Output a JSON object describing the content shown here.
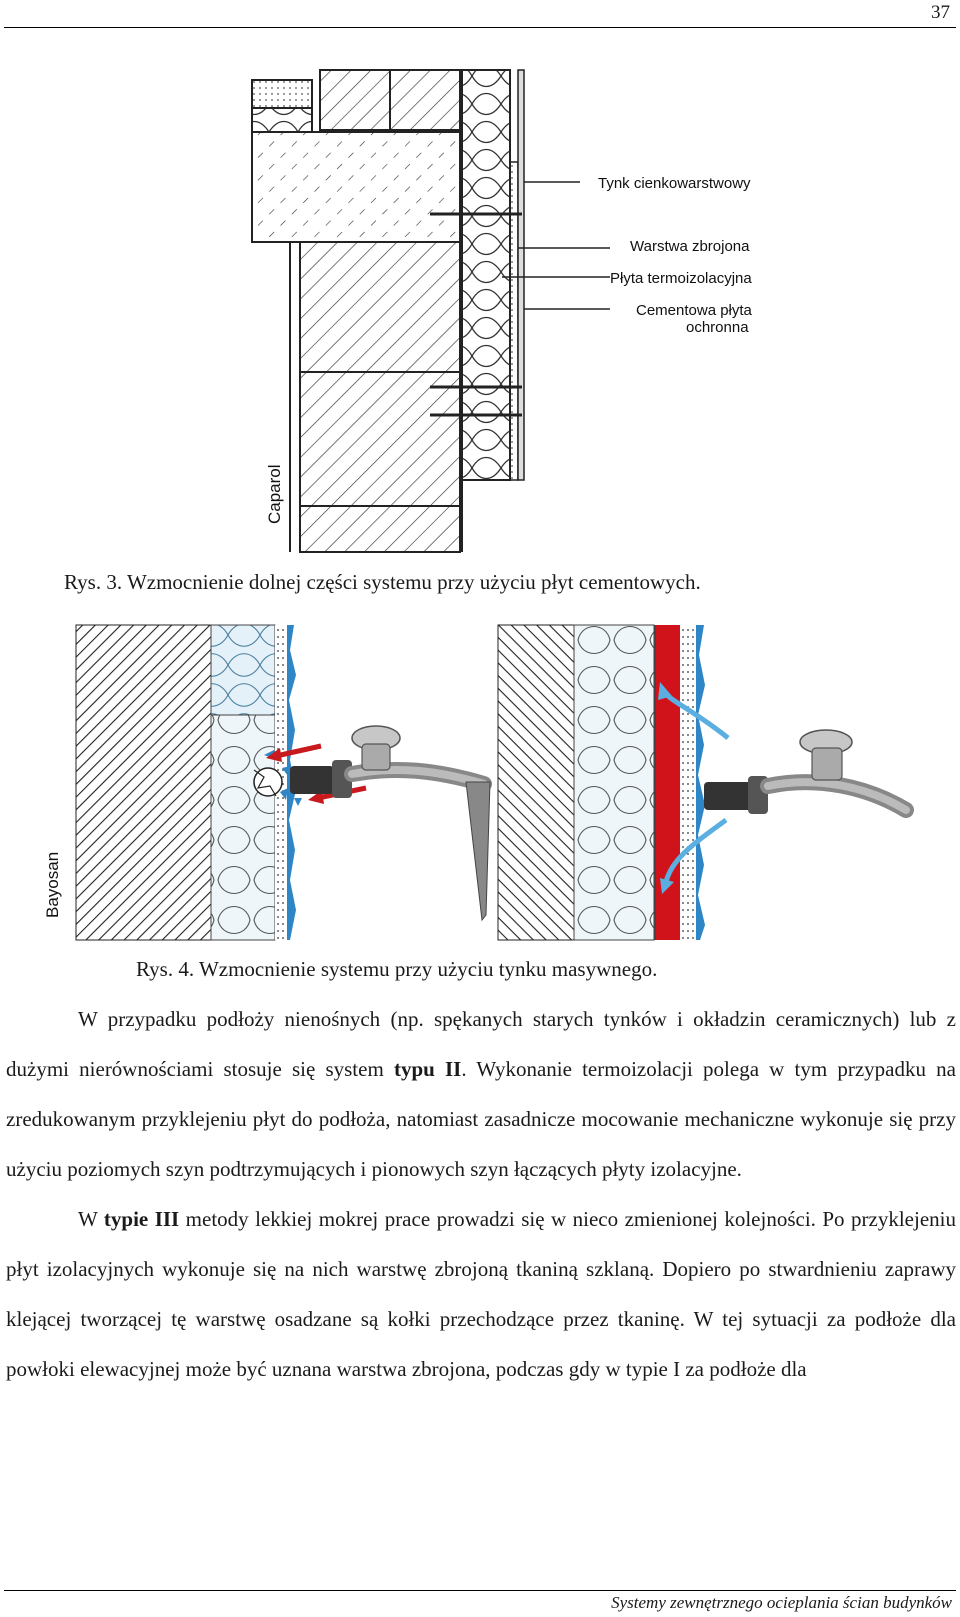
{
  "page_number": "37",
  "footer": "Systemy zewnętrznego ocieplania ścian budynków",
  "figure3": {
    "credit": "Caparol",
    "labels": {
      "tynk": "Tynk cienkowarstwowy",
      "warstwa": "Warstwa zbrojona",
      "plyta": "Płyta termoizolacyjna",
      "cementowa_1": "Cementowa płyta",
      "cementowa_2": "ochronna"
    },
    "caption": "Rys. 3. Wzmocnienie dolnej części systemu przy użyciu płyt cementowych."
  },
  "figure4": {
    "credit": "Bayosan",
    "caption": "Rys. 4. Wzmocnienie systemu przy użyciu tynku masywnego."
  },
  "body": {
    "p1_a": "W przypadku podłoży nienośnych (np. spękanych starych tynków i okładzin ceramicznych) lub z dużymi nierównościami stosuje się system ",
    "p1_b": "typu II",
    "p1_c": ". Wykonanie termoizolacji polega w tym przypadku na zredukowanym przyklejeniu płyt do podłoża, natomiast zasadnicze mocowanie mechaniczne wykonuje się przy użyciu poziomych szyn podtrzymujących i pionowych szyn łączących płyty izolacyjne.",
    "p2_a": "W ",
    "p2_b": "typie III",
    "p2_c": " metody lekkiej mokrej prace prowadzi się w nieco zmienionej kolejności. Po przyklejeniu płyt izolacyjnych wykonuje się na nich warstwę zbrojoną tkaniną szklaną. Dopiero po stwardnieniu zaprawy klejącej tworzącej tę warstwę osadzane są kołki przechodzące przez tkaninę. W tej sytuacji za podłoże dla powłoki elewacyjnej może być uznana warstwa zbrojona, podczas gdy w typie I za podłoże dla"
  }
}
